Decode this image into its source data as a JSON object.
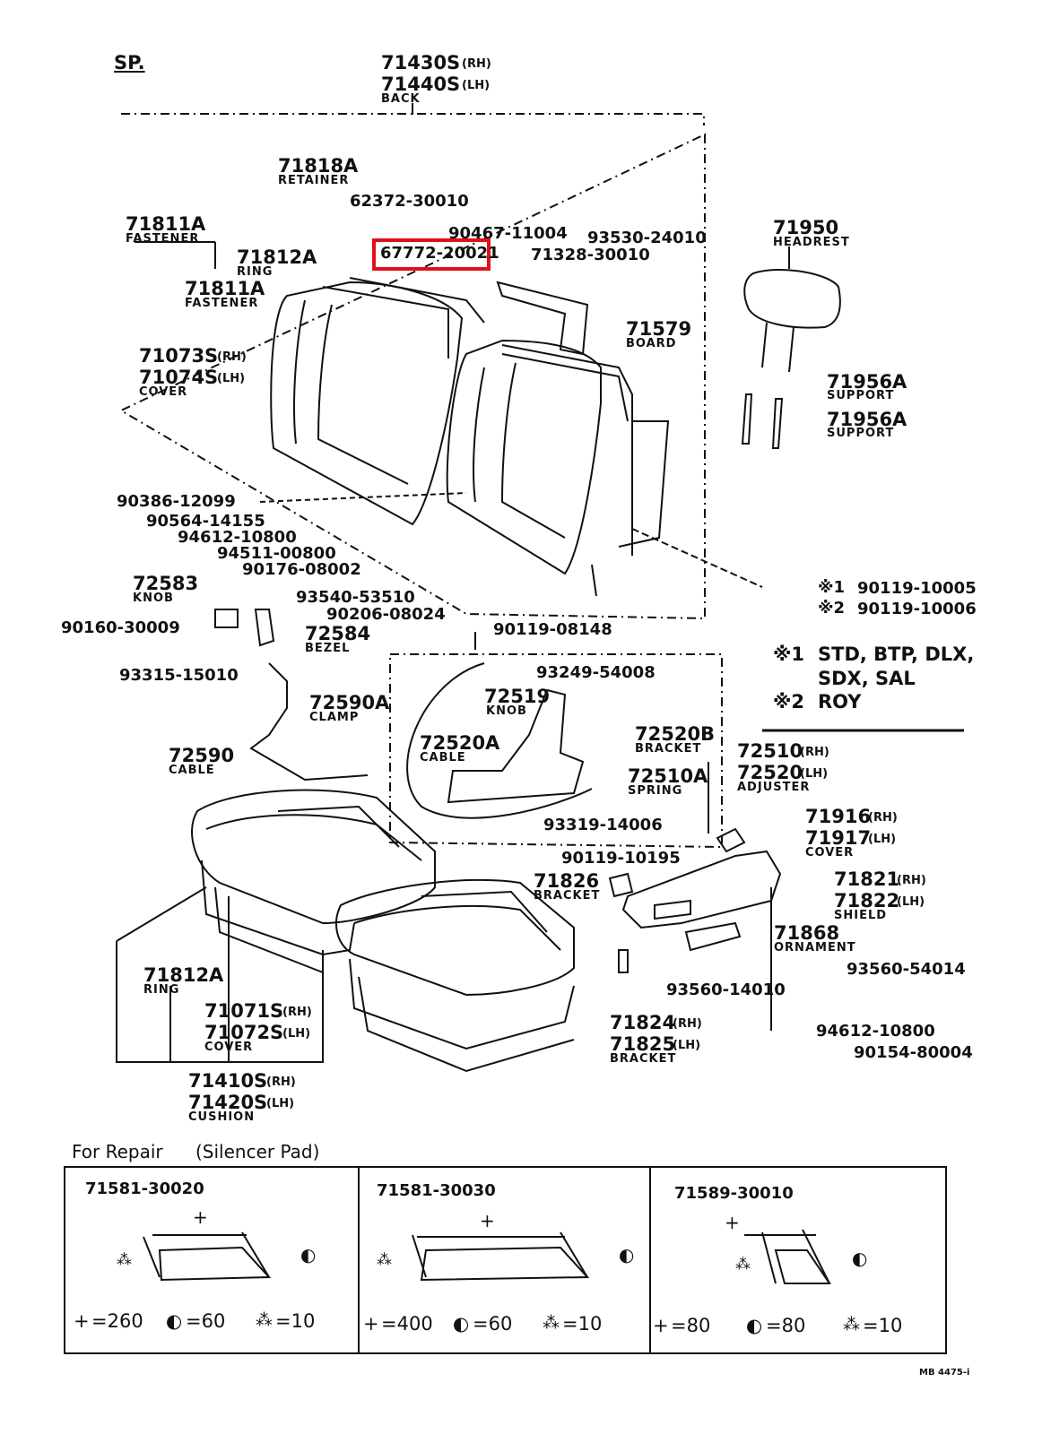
{
  "header": {
    "sp": "SP."
  },
  "back": {
    "rh": "71430S",
    "rh_sfx": "(RH)",
    "lh": "71440S",
    "lh_sfx": "(LH)",
    "name": "BACK"
  },
  "parts": {
    "p71818A": "71818A",
    "p71818A_name": "RETAINER",
    "p62372": "62372-30010",
    "p71811A_1": "71811A",
    "p71811A_1_name": "FASTENER",
    "p90467": "90467-11004",
    "p93530": "93530-24010",
    "p67772": "67772-20021",
    "p71812A_1": "71812A",
    "p71812A_1_name": "RING",
    "p71328": "71328-30010",
    "p71811A_2": "71811A",
    "p71811A_2_name": "FASTENER",
    "p71950": "71950",
    "p71950_name": "HEADREST",
    "p71579": "71579",
    "p71579_name": "BOARD",
    "p71073S": "71073S",
    "p71073S_sfx": "(RH)",
    "p71074S": "71074S",
    "p71074S_sfx": "(LH)",
    "cover_name": "COVER",
    "p71956A_1": "71956A",
    "p71956A_1_name": "SUPPORT",
    "p71956A_2": "71956A",
    "p71956A_2_name": "SUPPORT",
    "p90386": "90386-12099",
    "p90564": "90564-14155",
    "p94612a": "94612-10800",
    "p94511": "94511-00800",
    "p90176": "90176-08002",
    "p72583": "72583",
    "p72583_name": "KNOB",
    "p93540": "93540-53510",
    "p90206": "90206-08024",
    "p90160": "90160-30009",
    "p72584": "72584",
    "p72584_name": "BEZEL",
    "p90119a_mark": "※1",
    "p90119a": "90119-10005",
    "p90119b_mark": "※2",
    "p90119b": "90119-10006",
    "p90119c": "90119-08148",
    "p93315": "93315-15010",
    "p93249": "93249-54008",
    "p72519": "72519",
    "p72519_name": "KNOB",
    "p72590A": "72590A",
    "p72590A_name": "CLAMP",
    "p72520B": "72520B",
    "p72520B_name": "BRACKET",
    "p72520A": "72520A",
    "p72520A_name": "CABLE",
    "p72510": "72510",
    "p72510_sfx": "(RH)",
    "p72520": "72520",
    "p72520_sfx": "(LH)",
    "adjuster_name": "ADJUSTER",
    "p72590": "72590",
    "p72590_name": "CABLE",
    "p72510A": "72510A",
    "p72510A_name": "SPRING",
    "p93319": "93319-14006",
    "p71916": "71916",
    "p71916_sfx": "(RH)",
    "p71917": "71917",
    "p71917_sfx": "(LH)",
    "cover2_name": "COVER",
    "p90119d": "90119-10195",
    "p71826": "71826",
    "p71826_name": "BRACKET",
    "p71821": "71821",
    "p71821_sfx": "(RH)",
    "p71822": "71822",
    "p71822_sfx": "(LH)",
    "shield_name": "SHIELD",
    "p71868": "71868",
    "p71868_name": "ORNAMENT",
    "p71812A_2": "71812A",
    "p71812A_2_name": "RING",
    "p93560a": "93560-54014",
    "p93560b": "93560-14010",
    "p71071S": "71071S",
    "p71071S_sfx": "(RH)",
    "p71072S": "71072S",
    "p71072S_sfx": "(LH)",
    "cover3_name": "COVER",
    "p71824": "71824",
    "p71824_sfx": "(RH)",
    "p71825": "71825",
    "p71825_sfx": "(LH)",
    "bracket3_name": "BRACKET",
    "p94612b": "94612-10800",
    "p90154": "90154-80004",
    "p71410S": "71410S",
    "p71410S_sfx": "(RH)",
    "p71420S": "71420S",
    "p71420S_sfx": "(LH)",
    "cushion_name": "CUSHION"
  },
  "notes": {
    "n1_mark": "※1",
    "n1_text": "STD, BTP, DLX,",
    "n1_text2": "SDX, SAL",
    "n2_mark": "※2",
    "n2_text": "ROY"
  },
  "repair": {
    "title": "For Repair",
    "subtitle": "(Silencer Pad)",
    "boxes": [
      {
        "part": "71581-30020",
        "l": "=260",
        "w": "=60",
        "q": "=10"
      },
      {
        "part": "71581-30030",
        "l": "=400",
        "w": "=60",
        "q": "=10"
      },
      {
        "part": "71589-30010",
        "l": "=80",
        "w": "=80",
        "q": "=10"
      }
    ]
  },
  "footer": {
    "code": "MB 4475-i"
  },
  "colors": {
    "highlight": "#e0101a",
    "ink": "#111111"
  }
}
